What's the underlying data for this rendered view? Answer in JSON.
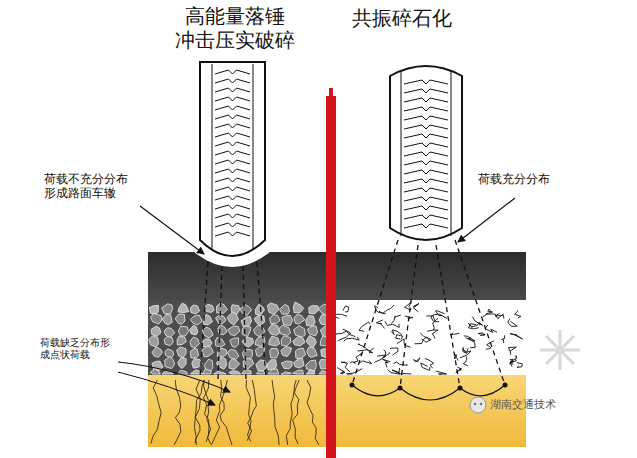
{
  "diagram": {
    "labels": [
      "高能量落锤 冲击压实破碎",
      "共振碎石化",
      "荷载不充分分布 形成路面车辙",
      "荷载充分分布",
      "荷载缺乏分布形成点状荷载",
      "湖南交通技术"
    ]
  }
}
